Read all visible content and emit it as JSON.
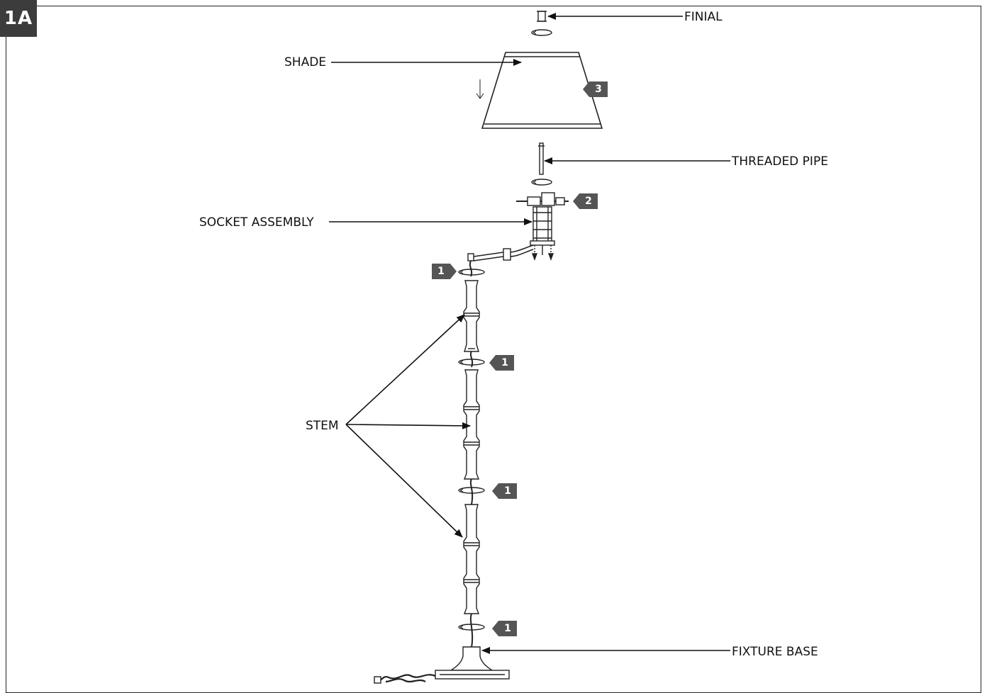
{
  "step": "1A",
  "labels": {
    "finial": "FINIAL",
    "shade": "SHADE",
    "threaded_pipe": "THREADED PIPE",
    "socket_assembly": "SOCKET ASSEMBLY",
    "stem": "STEM",
    "fixture_base": "FIXTURE BASE"
  },
  "step_tags": {
    "shade": "3",
    "socket": "2",
    "joint_top": "1",
    "joint_2": "1",
    "joint_3": "1",
    "joint_base": "1"
  }
}
